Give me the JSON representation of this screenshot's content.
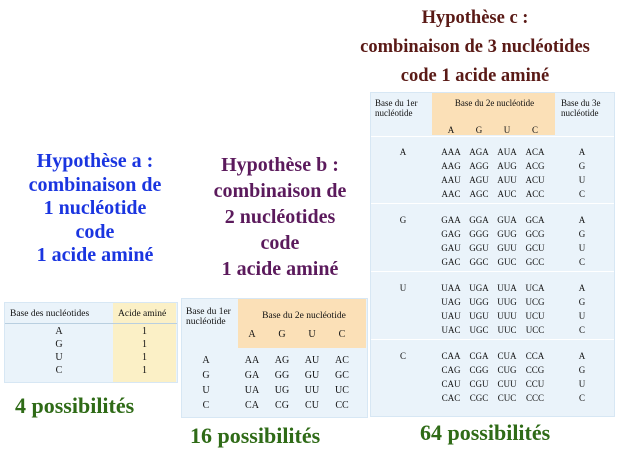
{
  "hyp_a": {
    "lines": [
      "Hypothèse a :",
      "combinaison de",
      "1 nucléotide",
      "code",
      "1 acide aminé"
    ],
    "possibilities": "4 possibilités"
  },
  "hyp_b": {
    "lines": [
      "Hypothèse b :",
      "combinaison de",
      "2 nucléotides",
      "code",
      "1 acide aminé"
    ],
    "possibilities": "16 possibilités"
  },
  "hyp_c": {
    "lines": [
      "Hypothèse c :",
      "combinaison de 3 nucléotides",
      "code 1 acide aminé"
    ],
    "possibilities": "64 possibilités"
  },
  "table_a": {
    "headers": [
      "Base des nucléotides",
      "Acide aminé"
    ],
    "rows": [
      [
        "A",
        "1"
      ],
      [
        "G",
        "1"
      ],
      [
        "U",
        "1"
      ],
      [
        "C",
        "1"
      ]
    ]
  },
  "table_b": {
    "header_first": "Base du 1er nucléotide",
    "header_second": "Base du 2e nucléotide",
    "second_bases": [
      "A",
      "G",
      "U",
      "C"
    ],
    "first_bases": [
      "A",
      "G",
      "U",
      "C"
    ],
    "grid": [
      [
        "AA",
        "AG",
        "AU",
        "AC"
      ],
      [
        "GA",
        "GG",
        "GU",
        "GC"
      ],
      [
        "UA",
        "UG",
        "UU",
        "UC"
      ],
      [
        "CA",
        "CG",
        "CU",
        "CC"
      ]
    ]
  },
  "table_c": {
    "header_first": "Base du 1er nucléotide",
    "header_second": "Base du 2e nucléotide",
    "header_third": "Base du 3e nucléotide",
    "second_bases": [
      "A",
      "G",
      "U",
      "C"
    ],
    "first_bases": [
      "A",
      "G",
      "U",
      "C"
    ],
    "third_bases": [
      "A",
      "G",
      "U",
      "C"
    ],
    "blocks": [
      [
        [
          "AAA",
          "AGA",
          "AUA",
          "ACA"
        ],
        [
          "AAG",
          "AGG",
          "AUG",
          "ACG"
        ],
        [
          "AAU",
          "AGU",
          "AUU",
          "ACU"
        ],
        [
          "AAC",
          "AGC",
          "AUC",
          "ACC"
        ]
      ],
      [
        [
          "GAA",
          "GGA",
          "GUA",
          "GCA"
        ],
        [
          "GAG",
          "GGG",
          "GUG",
          "GCG"
        ],
        [
          "GAU",
          "GGU",
          "GUU",
          "GCU"
        ],
        [
          "GAC",
          "GGC",
          "GUC",
          "GCC"
        ]
      ],
      [
        [
          "UAA",
          "UGA",
          "UUA",
          "UCA"
        ],
        [
          "UAG",
          "UGG",
          "UUG",
          "UCG"
        ],
        [
          "UAU",
          "UGU",
          "UUU",
          "UCU"
        ],
        [
          "UAC",
          "UGC",
          "UUC",
          "UCC"
        ]
      ],
      [
        [
          "CAA",
          "CGA",
          "CUA",
          "CCA"
        ],
        [
          "CAG",
          "CGG",
          "CUG",
          "CCG"
        ],
        [
          "CAU",
          "CGU",
          "CUU",
          "CCU"
        ],
        [
          "CAC",
          "CGC",
          "CUC",
          "CCC"
        ]
      ]
    ]
  }
}
